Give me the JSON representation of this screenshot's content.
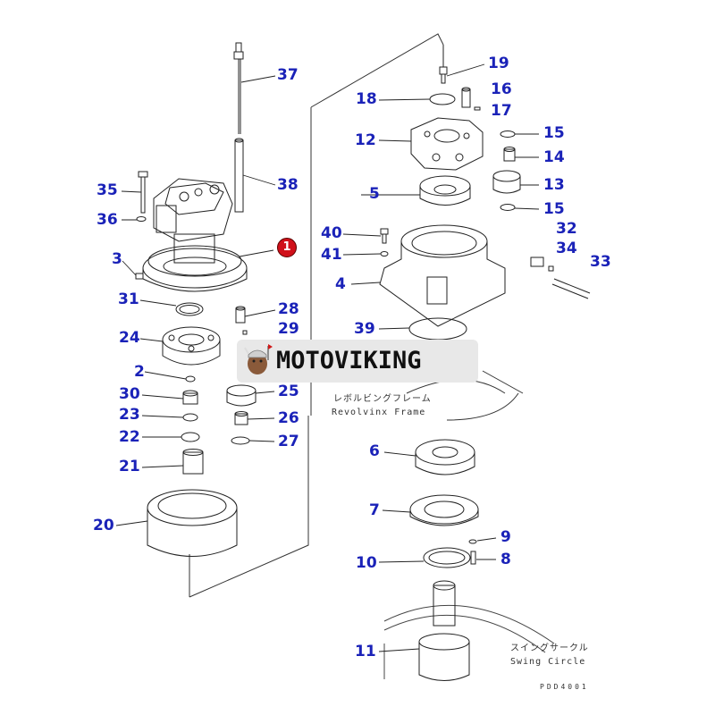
{
  "diagram": {
    "title": "Swing machinery exploded parts diagram",
    "badge_label": "1",
    "part_labels": {
      "p37": "37",
      "p38": "38",
      "p35": "35",
      "p36": "36",
      "p3": "3",
      "p31": "31",
      "p28": "28",
      "p29": "29",
      "p24": "24",
      "p2": "2",
      "p30": "30",
      "p25": "25",
      "p23": "23",
      "p26": "26",
      "p22": "22",
      "p27": "27",
      "p21": "21",
      "p20": "20",
      "p19": "19",
      "p18": "18",
      "p16": "16",
      "p17": "17",
      "p12": "12",
      "p15a": "15",
      "p14": "14",
      "p5": "5",
      "p13": "13",
      "p15b": "15",
      "p40": "40",
      "p32": "32",
      "p34": "34",
      "p41": "41",
      "p33": "33",
      "p4": "4",
      "p39": "39",
      "p6": "6",
      "p7": "7",
      "p9": "9",
      "p10": "10",
      "p8": "8",
      "p11": "11"
    },
    "annotations": {
      "revolving_frame_jp": "レボルビングフレーム",
      "revolving_frame_en": "Revolvinx Frame",
      "swing_circle_jp": "スイングサークル",
      "swing_circle_en": "Swing Circle",
      "drawing_code": "PDD4001"
    },
    "watermark": {
      "text": "MOTOVIKING"
    },
    "colors": {
      "label": "#1a22b8",
      "badge": "#d0101a",
      "line": "#222222"
    }
  }
}
